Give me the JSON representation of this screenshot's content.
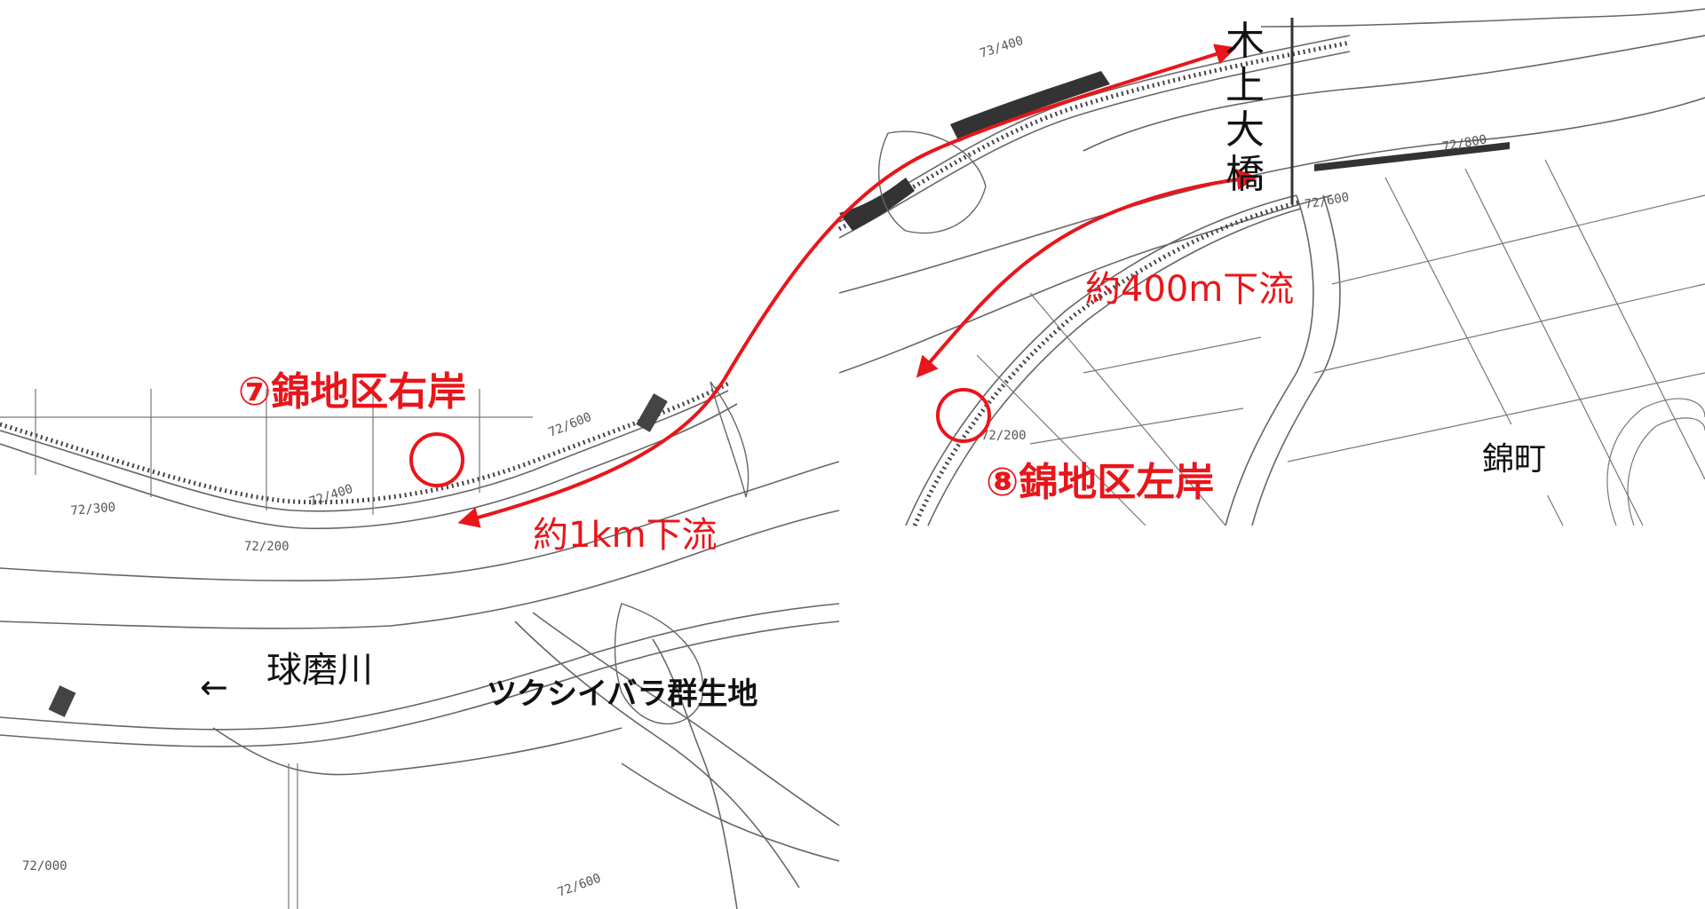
{
  "labels": {
    "site7": "⑦錦地区右岸",
    "site8": "⑧錦地区左岸",
    "dist_1km": "約1km下流",
    "dist_400m": "約400m下流",
    "bridge_chars": [
      "木",
      "上",
      "大",
      "橋"
    ],
    "town": "錦町",
    "river_arrow": "←",
    "river_name": "球磨川",
    "rose_site": "ツクシイバラ群生地"
  },
  "map_annotations": {
    "left": [
      "72/600",
      "72/400",
      "72/300",
      "72/200",
      "72/000",
      "72/600"
    ],
    "right": [
      "73/400",
      "72/800",
      "72/600",
      "72/200"
    ]
  },
  "colors": {
    "accent_red": "#e8161b",
    "map_line": "#555555",
    "text": "#111111"
  }
}
